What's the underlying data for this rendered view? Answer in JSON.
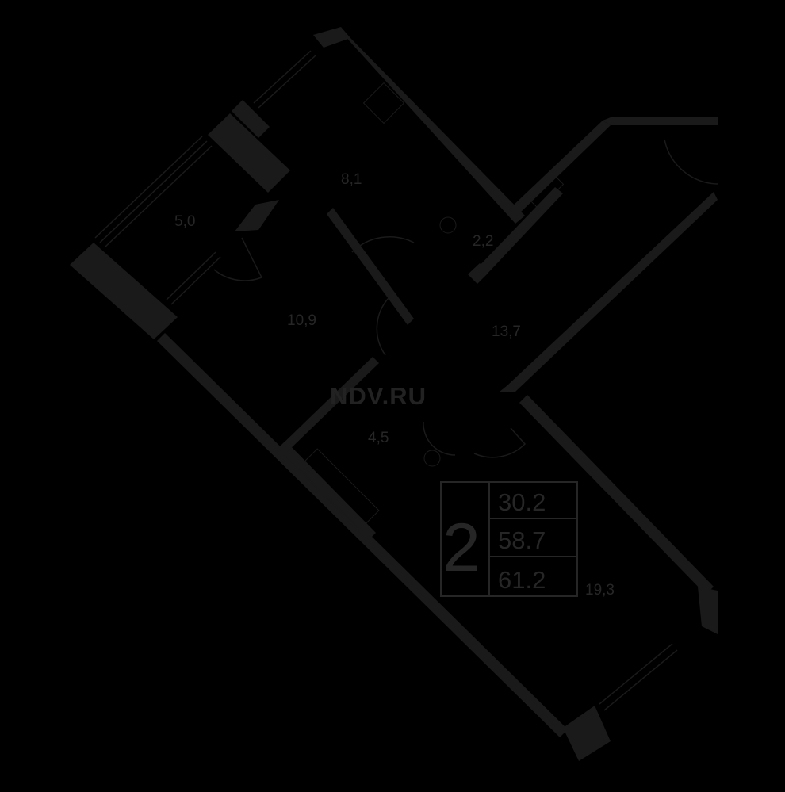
{
  "watermark": "NDV.RU",
  "rooms": [
    {
      "id": "loggia",
      "label": "5,0"
    },
    {
      "id": "kitchen",
      "label": "8,1"
    },
    {
      "id": "wc",
      "label": "2,2"
    },
    {
      "id": "bedroom",
      "label": "10,9"
    },
    {
      "id": "hall",
      "label": "13,7"
    },
    {
      "id": "bathroom",
      "label": "4,5"
    },
    {
      "id": "living",
      "label": "19,3"
    }
  ],
  "summary": {
    "room_count": "2",
    "areas": [
      "30.2",
      "58.7",
      "61.2"
    ]
  },
  "colors": {
    "background": "#000000",
    "linework": "#1a1a1a"
  }
}
